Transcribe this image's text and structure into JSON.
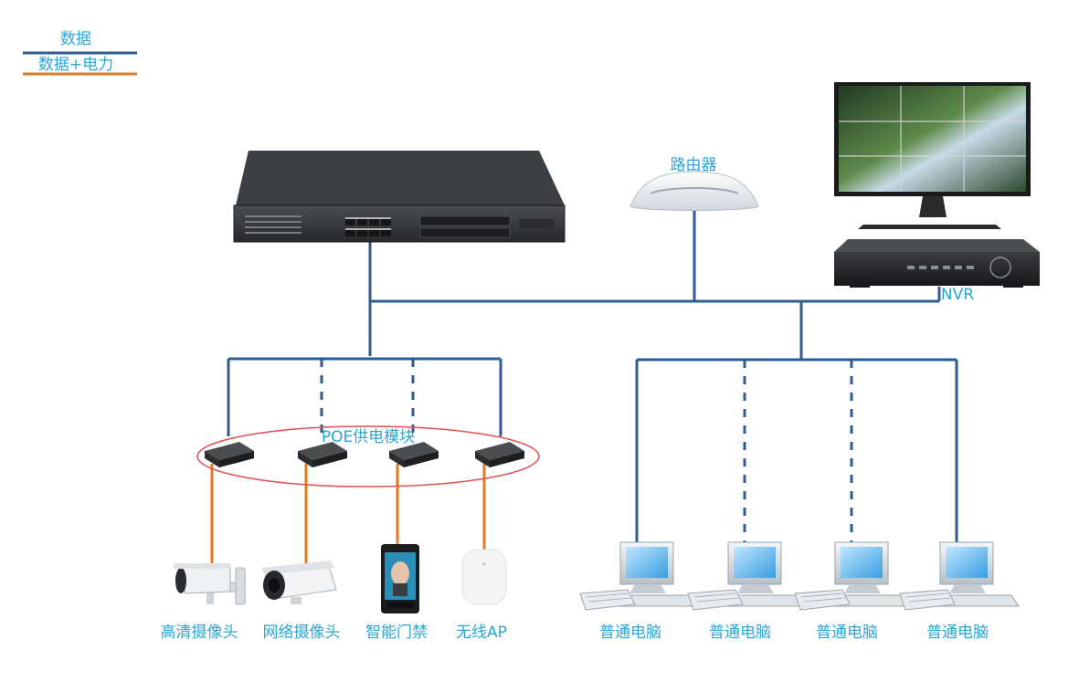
{
  "legend": {
    "data_label": "数据",
    "data_power_label": "数据+电力",
    "data_color": "#2e5b92",
    "power_color": "#e37b21"
  },
  "devices": {
    "router": "路由器",
    "nvr": "NVR",
    "poe_module": "POE供电模块",
    "hd_camera": "高清摄像头",
    "network_camera": "网络摄像头",
    "access_control": "智能门禁",
    "wireless_ap": "无线AP",
    "pcs": [
      "普通电脑",
      "普通电脑",
      "普通电脑",
      "普通电脑"
    ]
  },
  "colors": {
    "label_text": "#2aa6d6",
    "poe_ellipse": "#e2504f"
  }
}
